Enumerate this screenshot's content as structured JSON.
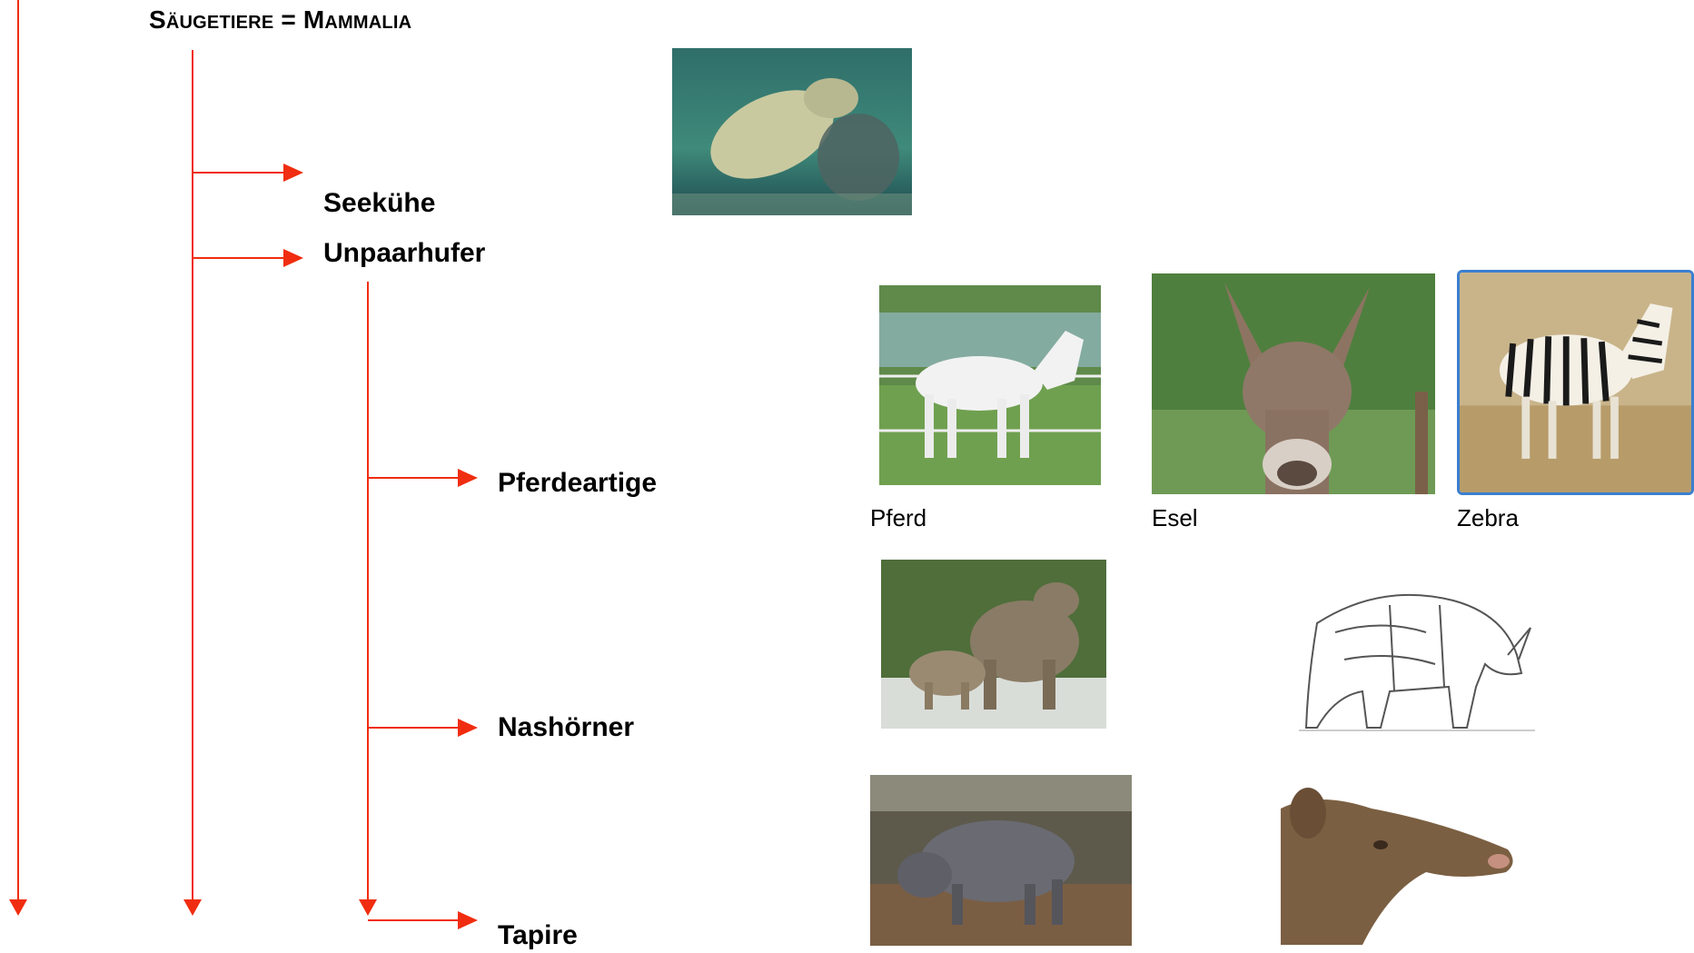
{
  "title": "Säugetiere = Mammalia",
  "colors": {
    "arrow": "#f02d10"
  },
  "labels": {
    "seekuehe": "Seekühe",
    "unpaarhufer": "Unpaarhufer",
    "pferdeartige": "Pferdeartige",
    "nashoerner": "Nashörner",
    "tapire": "Tapire"
  },
  "captions": {
    "pferd": "Pferd",
    "esel": "Esel",
    "zebra": "Zebra"
  }
}
